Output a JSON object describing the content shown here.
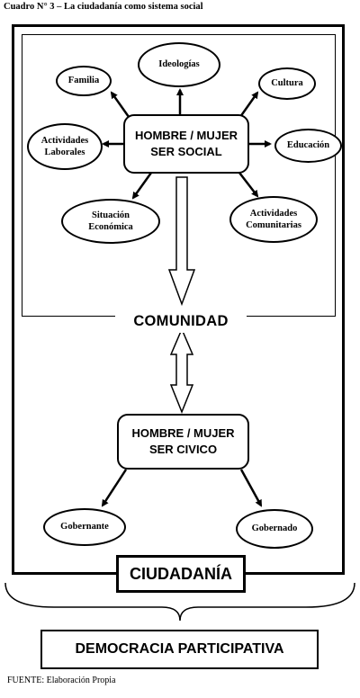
{
  "title": "Cuadro N° 3 – La ciudadanía como sistema social",
  "social": {
    "center_line1": "HOMBRE / MUJER",
    "center_line2": "SER SOCIAL",
    "ideologias": "Ideologías",
    "familia": "Familia",
    "cultura": "Cultura",
    "actividades_laborales_1": "Actividades",
    "actividades_laborales_2": "Laborales",
    "educacion": "Educación",
    "situacion_1": "Situación",
    "situacion_2": "Económica",
    "actividades_comunitarias_1": "Actividades",
    "actividades_comunitarias_2": "Comunitarias"
  },
  "comunidad": "COMUNIDAD",
  "civic": {
    "center_line1": "HOMBRE / MUJER",
    "center_line2": "SER CIVICO",
    "gobernante": "Gobernante",
    "gobernado": "Gobernado"
  },
  "ciudadania": "CIUDADANÍA",
  "democracia": "DEMOCRACIA PARTICIPATIVA",
  "fuente": "FUENTE: Elaboración Propia"
}
